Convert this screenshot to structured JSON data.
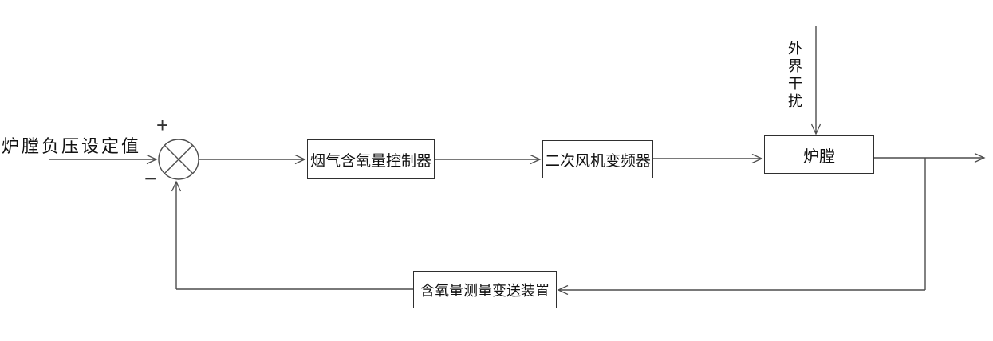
{
  "diagram": {
    "setpoint": {
      "label": "炉膛负压设定值"
    },
    "summing_junction": {
      "plus": "+",
      "minus": "−"
    },
    "blocks": {
      "controller": {
        "label": "烟气含氧量控制器"
      },
      "fan_vfd": {
        "label": "二次风机变频器"
      },
      "furnace": {
        "label": "炉膛"
      },
      "transmitter": {
        "label": "含氧量测量变送装置"
      }
    },
    "disturbance": {
      "label": "外界干扰"
    },
    "colors": {
      "line": "#4d4d4d",
      "box_border": "#2f2f2f",
      "text": "#111111",
      "background": "#ffffff"
    }
  }
}
